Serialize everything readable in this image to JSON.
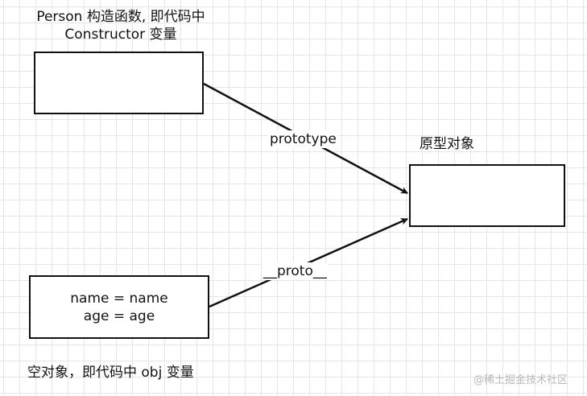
{
  "nodes": {
    "constructor": {
      "label_line1": "Person 构造函数, 即代码中",
      "label_line2": "Constructor 变量"
    },
    "prototype_object": {
      "label": "原型对象"
    },
    "empty_object": {
      "content_line1": "name = name",
      "content_line2": "age = age",
      "label": "空对象，即代码中 obj 变量"
    }
  },
  "edges": {
    "prototype": {
      "label": "prototype"
    },
    "proto": {
      "label": "__proto__"
    }
  },
  "colors": {
    "stroke": "#111111",
    "grid": "#e6e6e6",
    "background": "#ffffff",
    "watermark": "#b9b9b9"
  },
  "watermark": {
    "text": "@稀土掘金技术社区"
  }
}
